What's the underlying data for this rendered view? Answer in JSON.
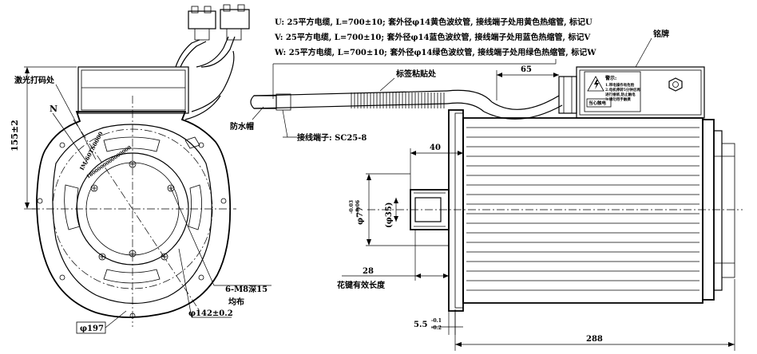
{
  "cable_notes": [
    "U: 25平方电缆, L=700±10; 套外径φ14黄色波纹管, 接线端子处用黄色热缩管, 标记U",
    "V: 25平方电缆, L=700±10; 套外径φ14蓝色波纹管, 接线端子处用蓝色热缩管, 标记V",
    "W: 25平方电缆, L=700±10; 套外径φ14绿色波纹管, 接线端子处用绿色热缩管, 标记W"
  ],
  "labels": {
    "laser_mark": "激光打码处",
    "pole_n": "N",
    "dust_cap": "防水帽",
    "terminal": "接线端子: SC25-8",
    "label_paste": "标签粘贴处",
    "nameplate": "铭牌",
    "spline_length": "花键有效长度",
    "holes_note_1": "6-M8深15",
    "holes_note_2": "均布",
    "stamp_text_1": "IM-60TS0000",
    "stamp_text_2": "1800000000000000",
    "warning_title": "警示:",
    "warning_lines": [
      "1.带电操作有危险",
      "2.电机停转5分钟后再",
      "进行维修,防止触电",
      "3.请勿用手触摸"
    ],
    "warning_badge": "当心触电"
  },
  "dimensions": {
    "height_155": "155±2",
    "dia_197": "φ197",
    "dia_142": "φ142±0.2",
    "len_65": "65",
    "len_40": "40",
    "dia_77": "φ77",
    "dia_77_tol_upper": "-0.03",
    "dia_77_tol_lower": "-0.06",
    "dia_35": "(φ35)",
    "len_28": "28",
    "len_5_5": "5.5",
    "len_5_5_tol_upper": "-0.1",
    "len_5_5_tol_lower": "-0.2",
    "len_288": "288"
  }
}
